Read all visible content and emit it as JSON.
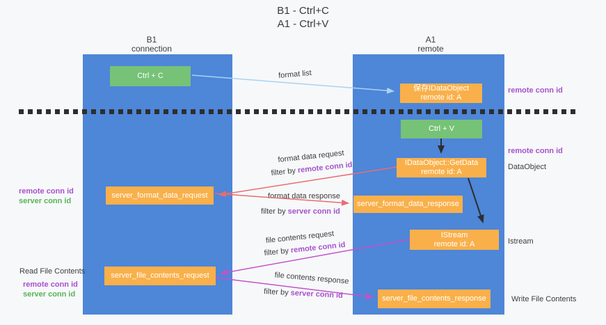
{
  "title": {
    "line1": "B1 - Ctrl+C",
    "line2": "A1 - Ctrl+V"
  },
  "columns": {
    "left": {
      "name": "B1",
      "subtitle": "connection"
    },
    "right": {
      "name": "A1",
      "subtitle": "remote"
    }
  },
  "nodes": {
    "ctrl_c": "Ctrl + C",
    "ctrl_v": "Ctrl + V",
    "save_dataobject": {
      "line1": "保存IDataObject",
      "line2": "remote id: A"
    },
    "getdata": {
      "line1": "IDataObject::GetData",
      "line2": "remote id: A"
    },
    "istream": {
      "line1": "IStream",
      "line2": "remote id: A"
    },
    "format_request": "server_format_data_request",
    "format_response": "server_format_data_response",
    "file_request": "server_file_contents_request",
    "file_response": "server_file_contents_response"
  },
  "edge_labels": {
    "format_list": "format list",
    "format_data_request": "format data request",
    "format_data_response": "format data response",
    "file_contents_request": "file contents request",
    "file_contents_response": "file contents response",
    "filter_prefix": "filter by ",
    "remote_conn_id": "remote conn id",
    "server_conn_id": "server conn id"
  },
  "side_labels": {
    "remote_conn_id": "remote conn id",
    "server_conn_id": "server conn id",
    "dataobject": "DataObject",
    "istream": "Istream",
    "read_file_contents": "Read File Contents",
    "write_file_contents": "Write File Contents"
  },
  "colors": {
    "lifeline_blue": "#4e86d8",
    "node_green": "#76c277",
    "node_orange": "#f9b04a",
    "arrow_red": "#e96d6f",
    "arrow_magenta": "#c352c8",
    "arrow_lightblue": "#a9d2f3",
    "arrow_dark": "#2e2e2e",
    "text_purple": "#a553cb",
    "text_green": "#57b357"
  }
}
